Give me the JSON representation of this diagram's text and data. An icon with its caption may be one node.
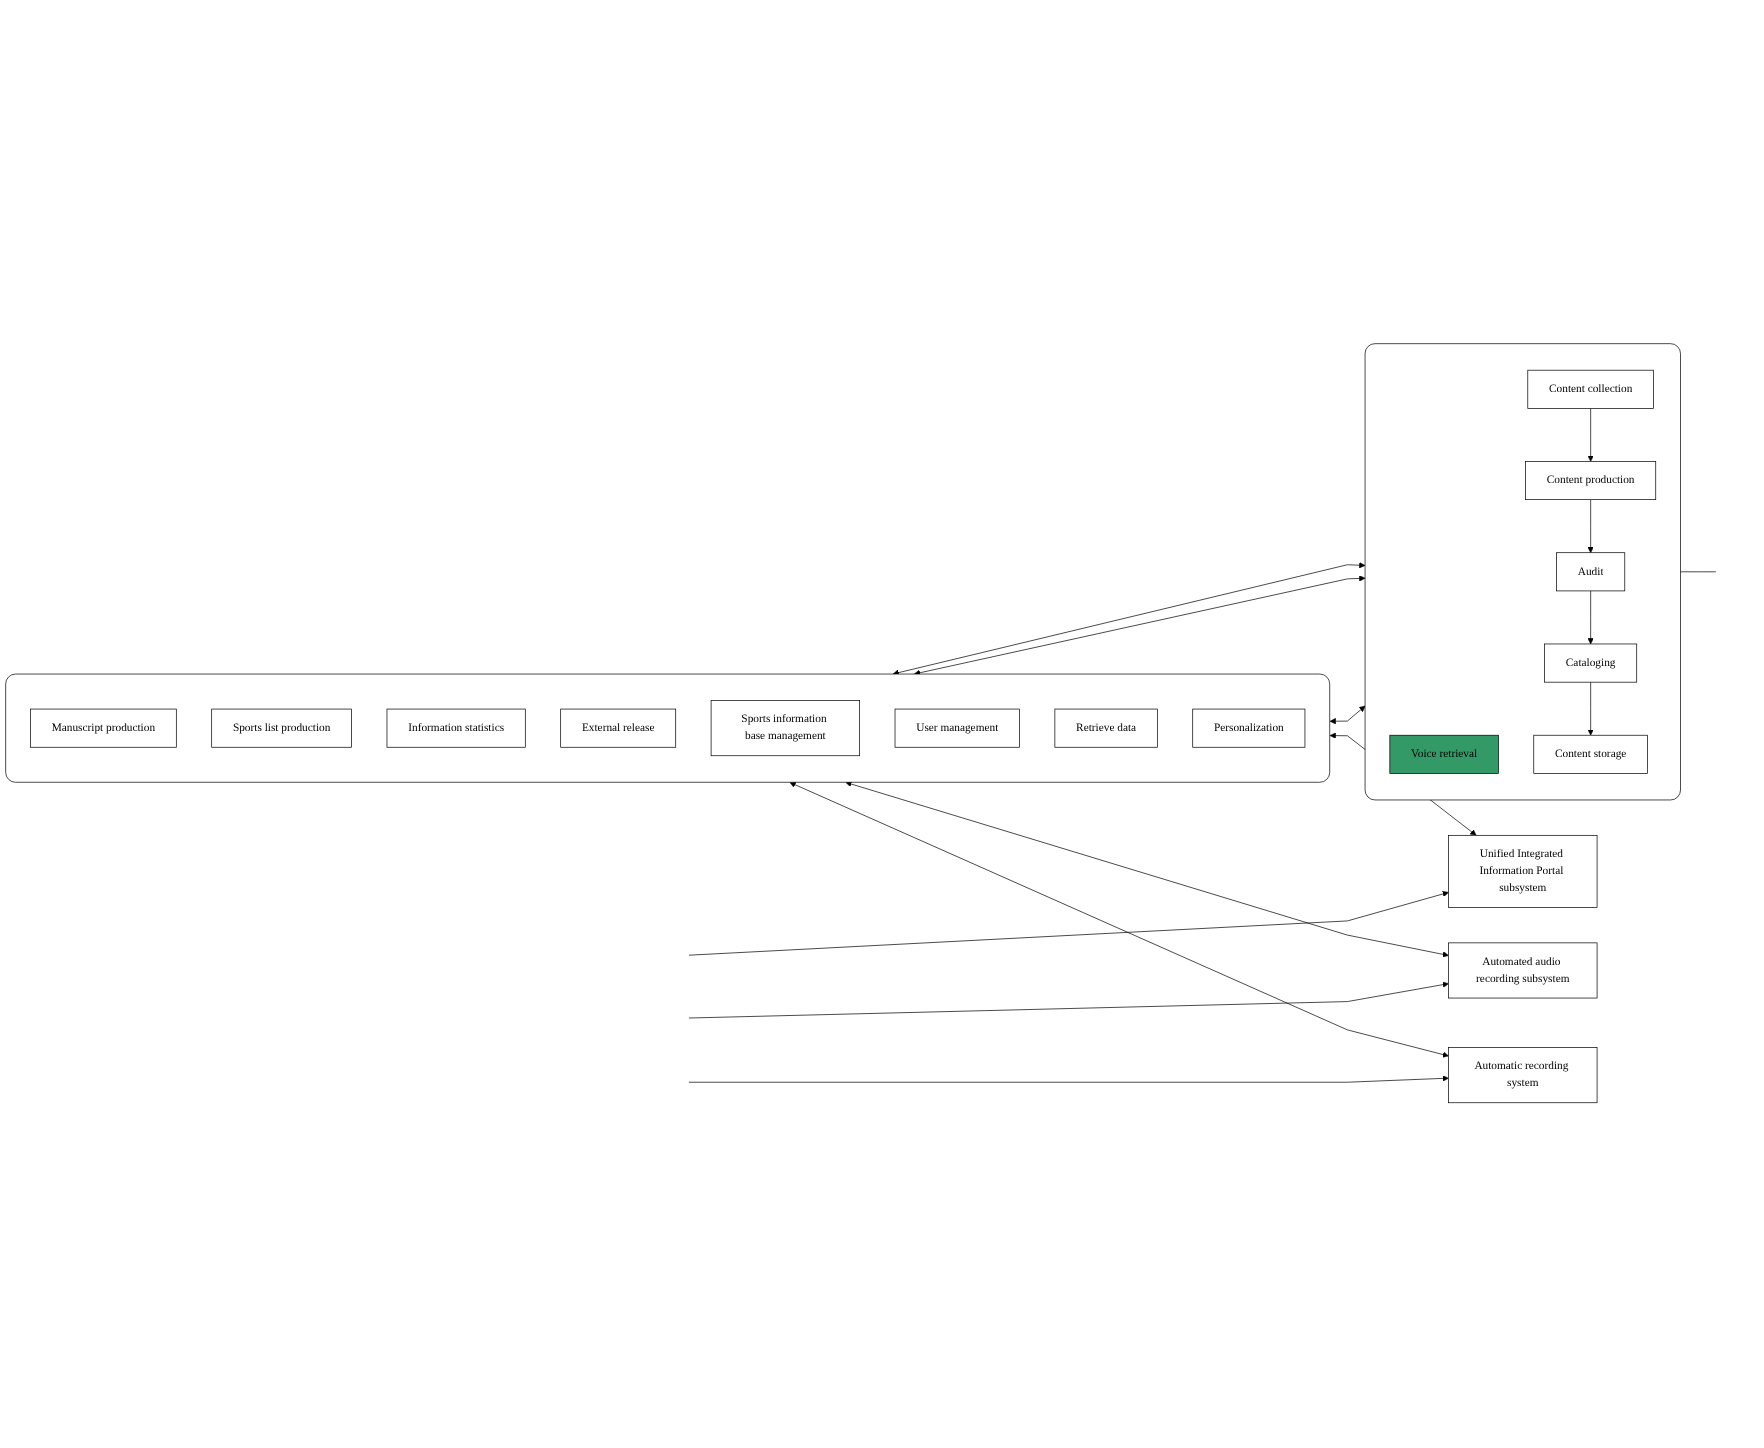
{
  "diagram": {
    "nodes": [
      {
        "text": [],
        "shape": "box"
      },
      {
        "text": [
          "Manuscript production"
        ],
        "in": 0
      },
      {
        "text": [
          "Sports list production"
        ],
        "in": 0
      },
      {
        "text": [
          "Information statistics"
        ],
        "in": 0
      },
      {
        "text": [
          "External release"
        ],
        "in": 0
      },
      {
        "text": [
          "Sports information base management"
        ],
        "in": 0
      },
      {
        "text": [
          "User management"
        ],
        "in": 0
      },
      {
        "text": [
          "Retrieve data"
        ],
        "in": 0
      },
      {
        "text": [
          "Personalization"
        ],
        "in": 0
      },
      {
        "text": [
          "Unified Integrated Information Portal subsystem"
        ]
      },
      {
        "text": [
          "Automated audio recording subsystem"
        ]
      },
      {
        "text": [
          "Automatic recording system"
        ]
      },
      {
        "text": [],
        "shape": "box"
      },
      {
        "text": [
          "Voice retrieval"
        ],
        "in": 12
      },
      {
        "text": [
          "Content collection"
        ],
        "in": 12
      },
      {
        "text": [
          "Content production"
        ],
        "in": 12
      },
      {
        "text": [
          "Audit"
        ],
        "in": 12
      },
      {
        "text": [
          "Cataloging"
        ],
        "in": 12
      },
      {
        "text": [
          "Content storage"
        ],
        "in": 12
      }
    ],
    "edges": [
      {
        "from": 0,
        "to": 9,
        "arrow": "both"
      },
      {
        "from": 0,
        "to": 10,
        "arrow": "both"
      },
      {
        "from": 0,
        "to": 11,
        "arrow": "both"
      },
      {
        "from": null,
        "to": 9,
        "arrow": "to"
      },
      {
        "from": null,
        "to": 10,
        "arrow": "to"
      },
      {
        "from": null,
        "to": 11,
        "arrow": "to"
      },
      {
        "from": 0,
        "to": 12,
        "arrow": "both"
      },
      {
        "from": 0,
        "to": 12,
        "arrow": "both"
      },
      {
        "from": 0,
        "to": 12,
        "arrow": "both"
      },
      {
        "from": 12,
        "to": null,
        "arrow": "none"
      },
      {
        "from": 14,
        "to": 15,
        "arrow": "to"
      },
      {
        "from": 15,
        "to": 16,
        "arrow": "to"
      },
      {
        "from": 16,
        "to": 17,
        "arrow": "to"
      },
      {
        "from": 17,
        "to": 18,
        "arrow": "to"
      }
    ]
  }
}
